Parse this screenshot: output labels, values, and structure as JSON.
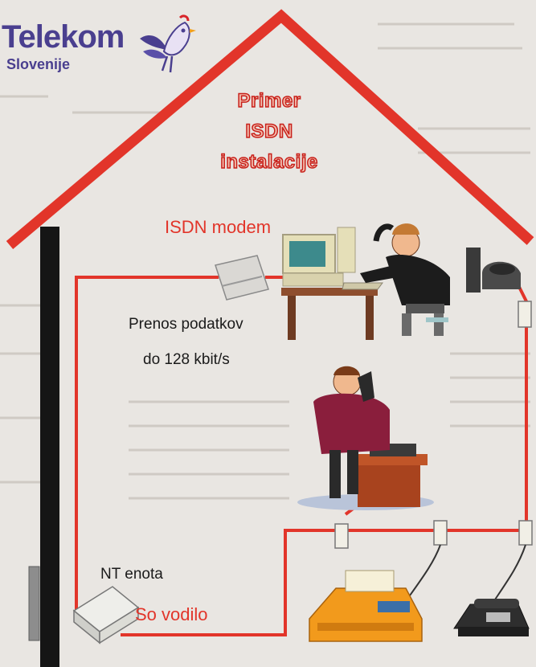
{
  "logo": {
    "brand": "Telekom",
    "sub": "Slovenije"
  },
  "title": {
    "line1": "Primer",
    "line2": "ISDN",
    "line3": "instalacije"
  },
  "labels": {
    "isdn_modem": "ISDN modem",
    "transfer_line1": "Prenos podatkov",
    "transfer_line2": "do 128 kbit/s",
    "nt_unit": "NT enota",
    "bus": "So vodilo"
  },
  "colors": {
    "wire": "#e2352a",
    "brand": "#4a3f8f",
    "title_outline": "#c8201a"
  }
}
